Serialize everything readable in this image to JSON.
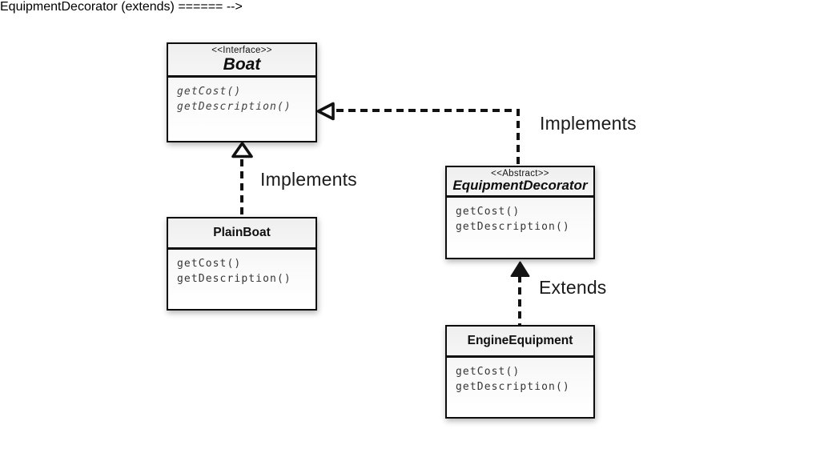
{
  "colors": {
    "background": "#ffffff",
    "line": "#121212",
    "box_border": "#0d0d0d",
    "box_fill_top": "#efefef",
    "box_fill_bottom": "#ffffff",
    "method_text": "#353535",
    "label_text": "#1b1b1b",
    "hollow_arrow_fill": "#ffffff",
    "solid_arrow_fill": "#131313"
  },
  "classes": [
    {
      "stereotype": "<<Interface>>",
      "name": "Boat",
      "methods": [
        "getCost()",
        "getDescription()"
      ]
    },
    {
      "name": "PlainBoat",
      "methods": [
        "getCost()",
        "getDescription()"
      ]
    },
    {
      "stereotype": "<<Abstract>>",
      "name": "EquipmentDecorator",
      "methods": [
        "getCost()",
        "getDescription()"
      ]
    },
    {
      "name": "EngineEquipment",
      "methods": [
        "getCost()",
        "getDescription()"
      ]
    }
  ],
  "relationships": [
    {
      "label": "Implements",
      "from": "PlainBoat",
      "to": "Boat",
      "type": "realization"
    },
    {
      "label": "Implements",
      "from": "EquipmentDecorator",
      "to": "Boat",
      "type": "realization"
    },
    {
      "label": "Extends",
      "from": "EngineEquipment",
      "to": "EquipmentDecorator",
      "type": "generalization"
    }
  ]
}
